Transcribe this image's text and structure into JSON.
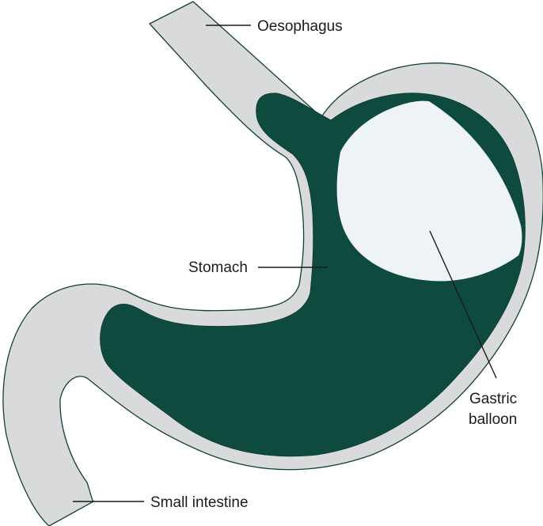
{
  "labels": {
    "oesophagus": "Oesophagus",
    "stomach": "Stomach",
    "gastric_balloon_line1": "Gastric",
    "gastric_balloon_line2": "balloon",
    "small_intestine": "Small intestine"
  },
  "colors": {
    "outer_wall": "#d9dadb",
    "outline": "#123f37",
    "stomach_interior": "#0f4a3f",
    "balloon": "#edf3f7",
    "leader_line": "#1b1b1b"
  }
}
